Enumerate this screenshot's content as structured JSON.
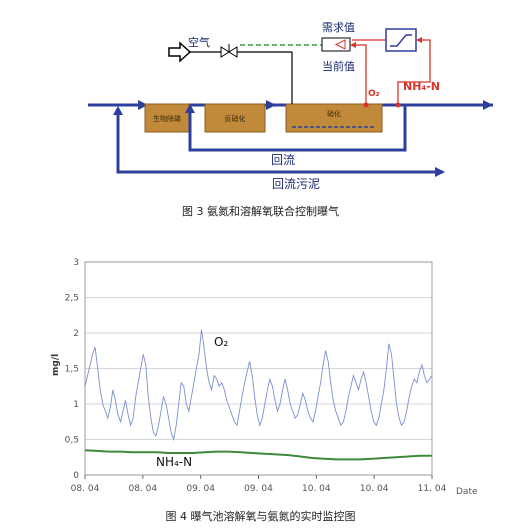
{
  "figure3": {
    "caption": "图 3  氨氮和溶解氧联合控制曝气",
    "labels": {
      "air": "空气",
      "setpoint": "需求值",
      "current": "当前值",
      "o2": "O₂",
      "nh4": "NH₄-N",
      "tank1": "生物除磷",
      "tank2": "反硝化",
      "tank3": "硝化",
      "return_flow": "回流",
      "return_sludge": "回流污泥"
    },
    "colors": {
      "pipe": "#2d3f9e",
      "tank": "#c08a3a",
      "signal": "#d8322a",
      "control": "#3aa03a"
    }
  },
  "figure4": {
    "caption": "图 4  曝气池溶解氧与氨氮的实时监控图"
  },
  "chart_data": {
    "type": "line",
    "ylabel": "mg/l",
    "xlabel": "Date",
    "ylim": [
      0,
      3
    ],
    "yticks": [
      "0",
      "0,5",
      "1",
      "1,5",
      "2",
      "2,5",
      "3"
    ],
    "x_tick_labels": [
      "08. 04",
      "08. 04",
      "09. 04",
      "09. 04",
      "10. 04",
      "10. 04",
      "11. 04"
    ],
    "grid": "horizontal",
    "series": [
      {
        "name": "O₂",
        "color": "#7b8fd0",
        "values": [
          1.25,
          1.4,
          1.55,
          1.7,
          1.8,
          1.5,
          1.2,
          1.0,
          0.9,
          0.8,
          0.95,
          1.2,
          1.05,
          0.85,
          0.75,
          0.9,
          1.05,
          0.85,
          0.7,
          0.8,
          1.1,
          1.3,
          1.5,
          1.7,
          1.55,
          1.1,
          0.8,
          0.6,
          0.55,
          0.7,
          0.9,
          1.1,
          1.0,
          0.8,
          0.6,
          0.5,
          0.7,
          1.0,
          1.3,
          1.25,
          1.0,
          0.9,
          1.1,
          1.3,
          1.5,
          1.7,
          2.05,
          1.8,
          1.5,
          1.3,
          1.2,
          1.4,
          1.35,
          1.25,
          1.3,
          1.2,
          1.05,
          0.95,
          0.85,
          0.75,
          0.7,
          0.9,
          1.1,
          1.3,
          1.45,
          1.6,
          1.4,
          1.1,
          0.85,
          0.7,
          0.8,
          1.0,
          1.2,
          1.35,
          1.25,
          1.05,
          0.9,
          1.0,
          1.2,
          1.35,
          1.2,
          1.0,
          0.9,
          0.8,
          0.85,
          1.0,
          1.15,
          1.05,
          0.9,
          0.8,
          0.75,
          0.9,
          1.1,
          1.3,
          1.55,
          1.75,
          1.6,
          1.3,
          1.05,
          0.9,
          0.8,
          0.7,
          0.75,
          0.9,
          1.1,
          1.25,
          1.4,
          1.3,
          1.2,
          1.35,
          1.45,
          1.3,
          1.1,
          0.9,
          0.75,
          0.7,
          0.8,
          1.0,
          1.2,
          1.5,
          1.85,
          1.7,
          1.35,
          1.0,
          0.8,
          0.7,
          0.75,
          0.9,
          1.1,
          1.25,
          1.35,
          1.3,
          1.45,
          1.55,
          1.4,
          1.3,
          1.35,
          1.4
        ]
      },
      {
        "name": "NH₄-N",
        "color": "#3e8a3a",
        "values": [
          0.35,
          0.34,
          0.33,
          0.33,
          0.32,
          0.32,
          0.32,
          0.31,
          0.31,
          0.31,
          0.32,
          0.33,
          0.33,
          0.32,
          0.31,
          0.3,
          0.29,
          0.28,
          0.26,
          0.24,
          0.23,
          0.22,
          0.22,
          0.22,
          0.23,
          0.24,
          0.25,
          0.26,
          0.27,
          0.27
        ]
      }
    ]
  }
}
